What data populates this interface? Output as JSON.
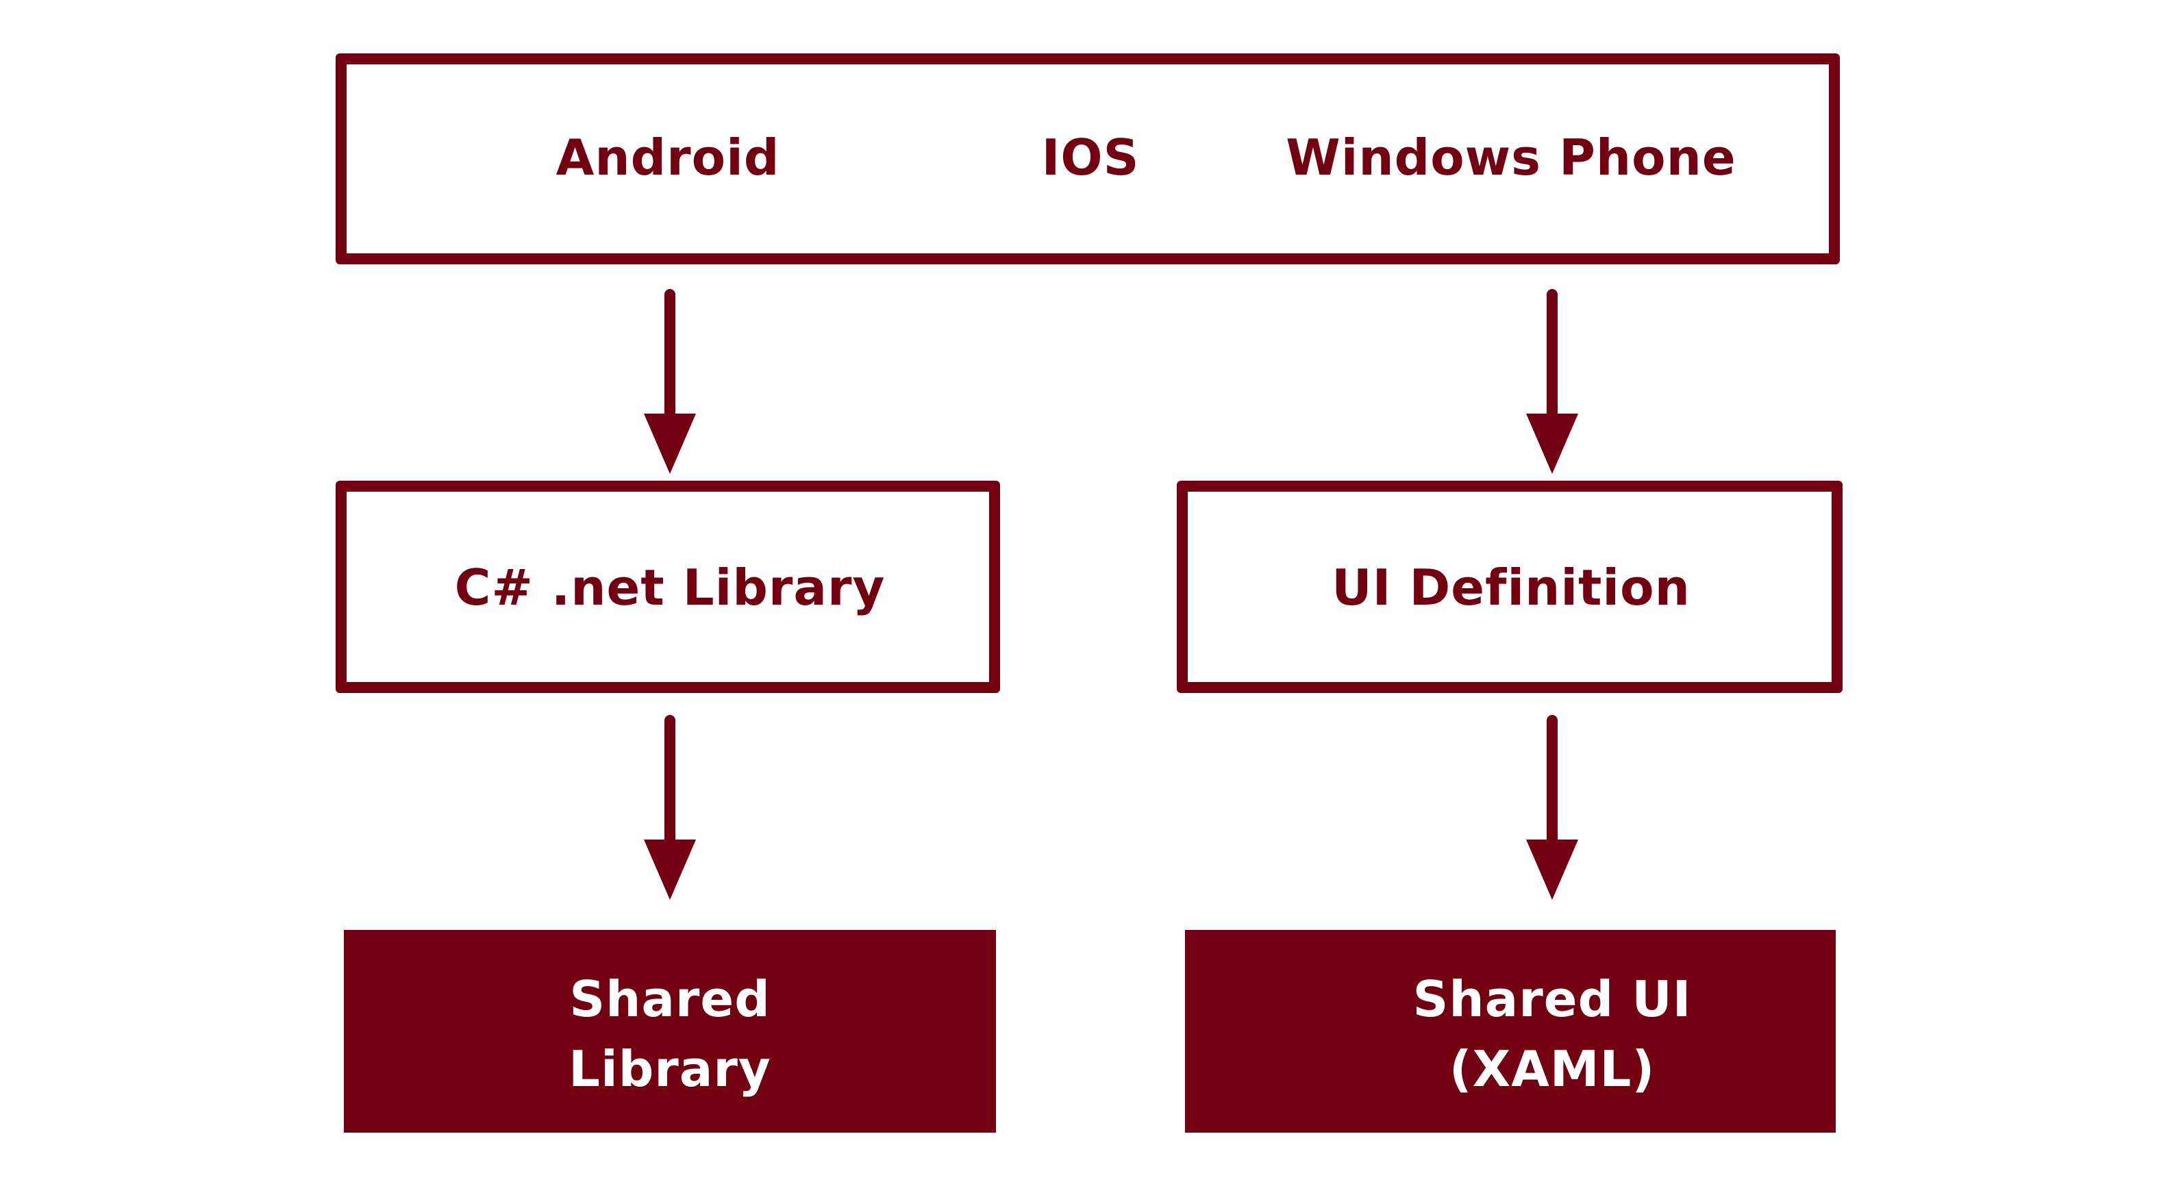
{
  "colors": {
    "primary": "#730010",
    "background": "#ffffff",
    "filled_text": "#ffffff"
  },
  "platforms": {
    "android": "Android",
    "ios": "IOS",
    "windows_phone": "Windows Phone"
  },
  "middle": {
    "library_box": "C# .net Library",
    "ui_box": "UI Definition"
  },
  "bottom": {
    "shared_library": {
      "line1": "Shared",
      "line2": "Library"
    },
    "shared_ui": {
      "line1": "Shared UI",
      "line2": "(XAML)"
    }
  }
}
